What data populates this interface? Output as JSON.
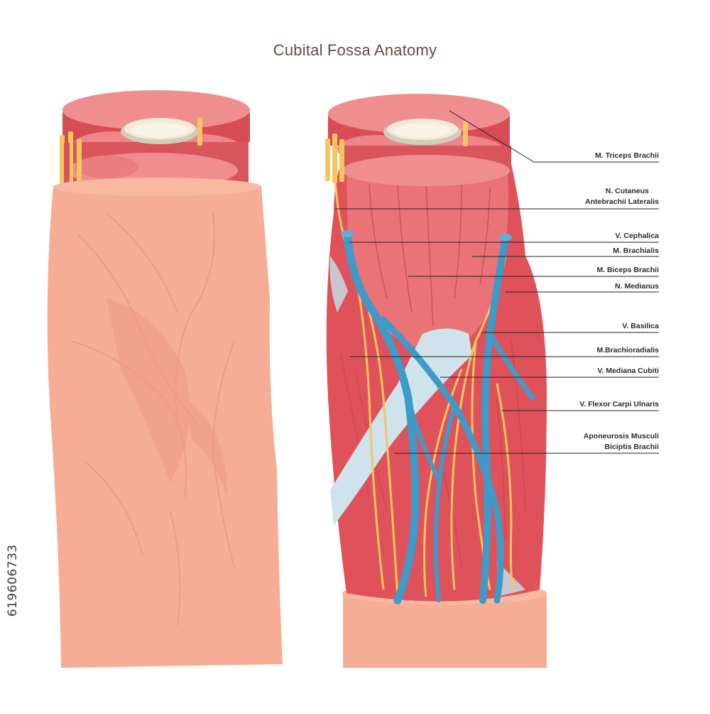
{
  "title": "Cubital Fossa Anatomy",
  "labels": [
    {
      "text": "M. Triceps Brachii"
    },
    {
      "text": "N. Cutaneus",
      "text2": "Antebrachii Lateralis"
    },
    {
      "text": "V. Cephalica"
    },
    {
      "text": "M. Brachialis"
    },
    {
      "text": "M. Biceps Brachii"
    },
    {
      "text": "N. Medianus"
    },
    {
      "text": "V. Basilica"
    },
    {
      "text": "M.Brachioradialis"
    },
    {
      "text": "V. Mediana Cubiti"
    },
    {
      "text": "V. Flexor Carpi Ulnaris"
    },
    {
      "text": "Aponeurosis Musculi",
      "text2": "Biciptis Brachii"
    }
  ],
  "stock_id": "619606733",
  "colors": {
    "skin": "#f6ad95",
    "skin_shadow": "#ee9b84",
    "muscle": "#e0525a",
    "muscle_light": "#ea7378",
    "muscle_top": "#f08d8f",
    "bone": "#f3ead8",
    "vein": "#3d9ac9",
    "nerve": "#f5c660",
    "aponeurosis": "#cfe3ec",
    "title": "#6b4a46"
  }
}
